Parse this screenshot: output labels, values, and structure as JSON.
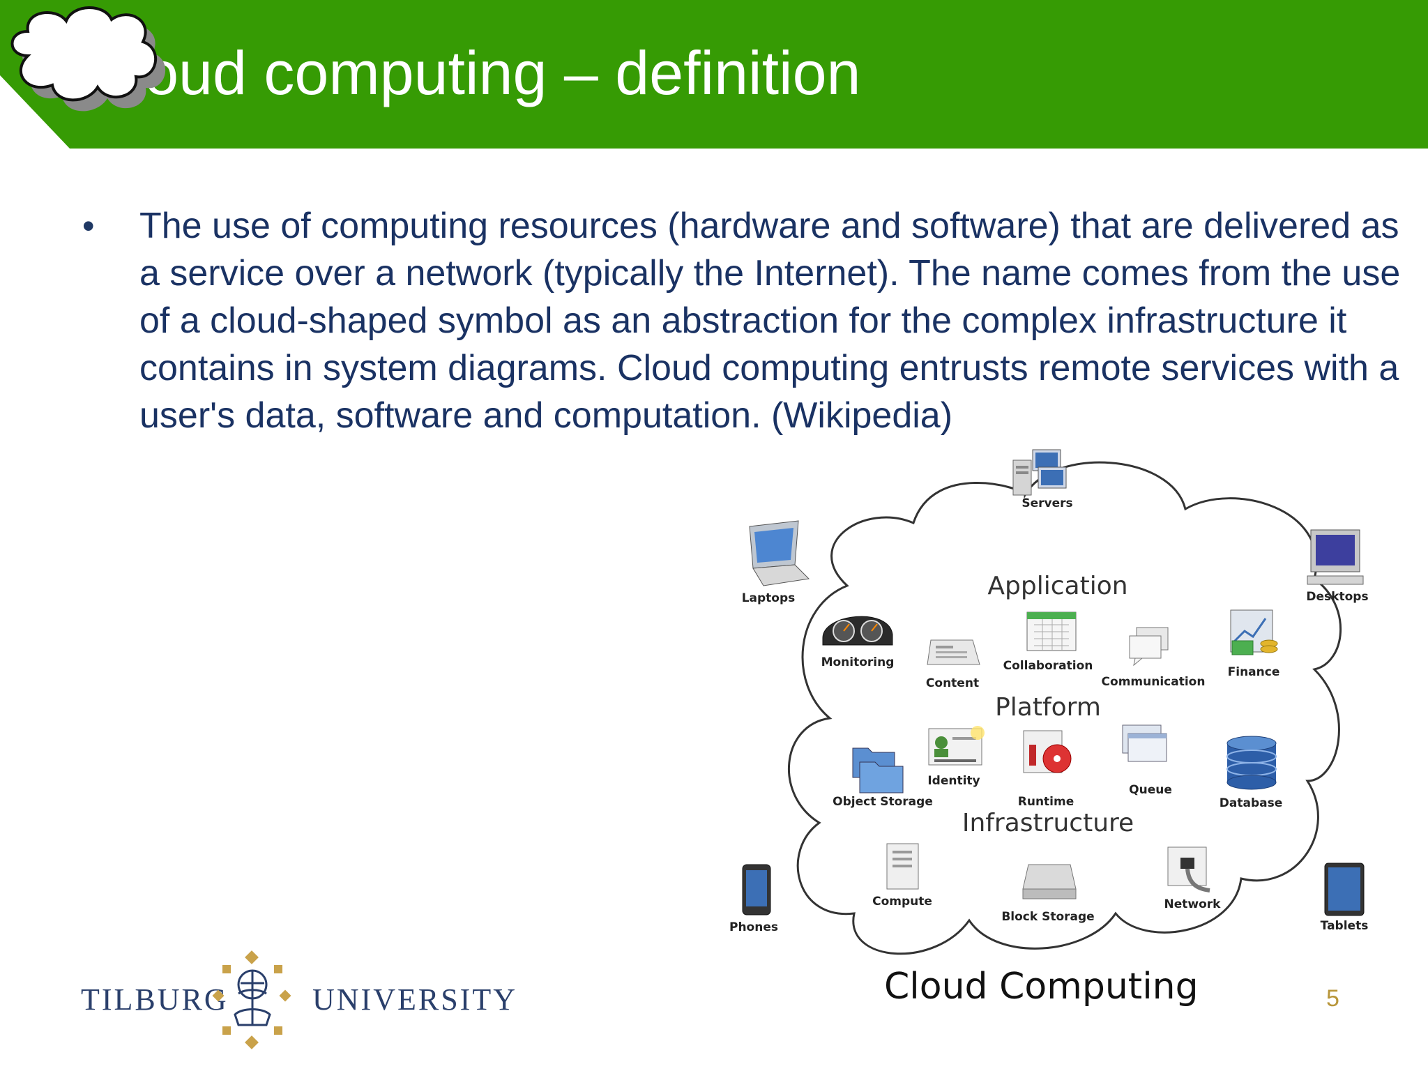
{
  "slide": {
    "title": "Cloud computing – definition",
    "bullet_marker": "•",
    "bullet_text": "The use of computing resources (hardware and software) that are delivered as a service over a network (typically the Internet). The name comes from the use of a cloud-shaped symbol as an abstraction for the complex infrastructure it contains in system diagrams. Cloud computing entrusts remote services with a user's data, software and computation. (Wikipedia)",
    "page_number": "5"
  },
  "colors": {
    "header_green": "#369b04",
    "body_text": "#1a3263",
    "page_number": "#b8963a",
    "logo_navy": "#2a3f6b",
    "logo_gold": "#c9a24a"
  },
  "diagram": {
    "caption": "Cloud Computing",
    "layers": {
      "application": "Application",
      "platform": "Platform",
      "infrastructure": "Infrastructure"
    },
    "outside": {
      "servers": "Servers",
      "laptops": "Laptops",
      "desktops": "Desktops",
      "phones": "Phones",
      "tablets": "Tablets"
    },
    "application_items": {
      "monitoring": "Monitoring",
      "content": "Content",
      "collaboration": "Collaboration",
      "communication": "Communication",
      "finance": "Finance"
    },
    "platform_items": {
      "object_storage": "Object Storage",
      "identity": "Identity",
      "runtime": "Runtime",
      "queue": "Queue",
      "database": "Database"
    },
    "infrastructure_items": {
      "compute": "Compute",
      "block_storage": "Block Storage",
      "network": "Network"
    }
  },
  "logo": {
    "left_word": "TILBURG",
    "right_word": "UNIVERSITY"
  }
}
